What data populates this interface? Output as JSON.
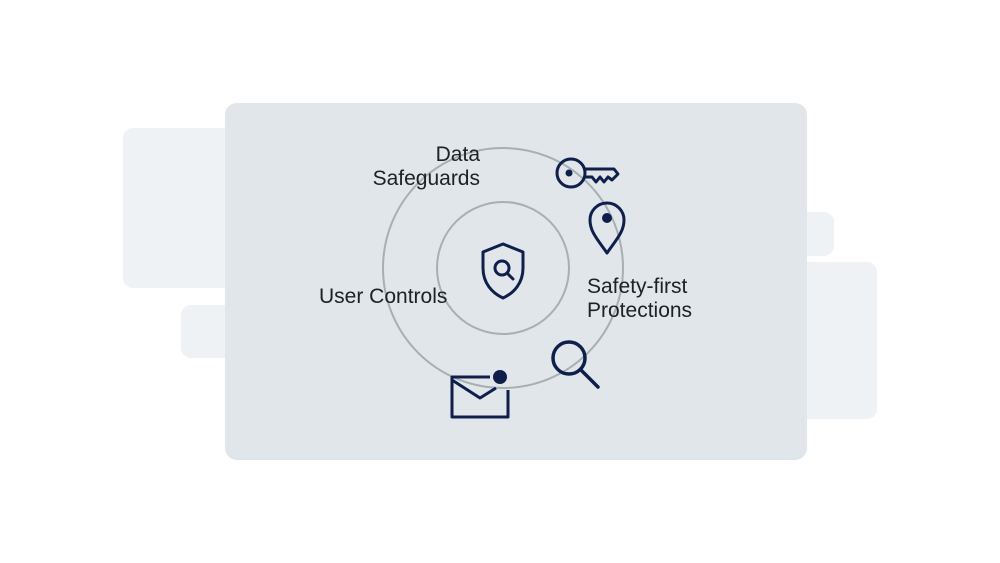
{
  "colors": {
    "background": "#ffffff",
    "card": "#e0e6ea",
    "back_panels": "#eef2f5",
    "ring": "#a9aeb2",
    "icon": "#0f1e4a",
    "text": "#202124"
  },
  "labels": {
    "data_safeguards": [
      "Data",
      "Safeguards"
    ],
    "user_controls": "User Controls",
    "safety_first": [
      "Safety-first",
      "Protections"
    ]
  },
  "icons": {
    "center": "shield-search-icon",
    "key": "key-icon",
    "pin": "location-pin-icon",
    "magnifier": "magnifier-icon",
    "mail": "mail-notification-icon"
  }
}
